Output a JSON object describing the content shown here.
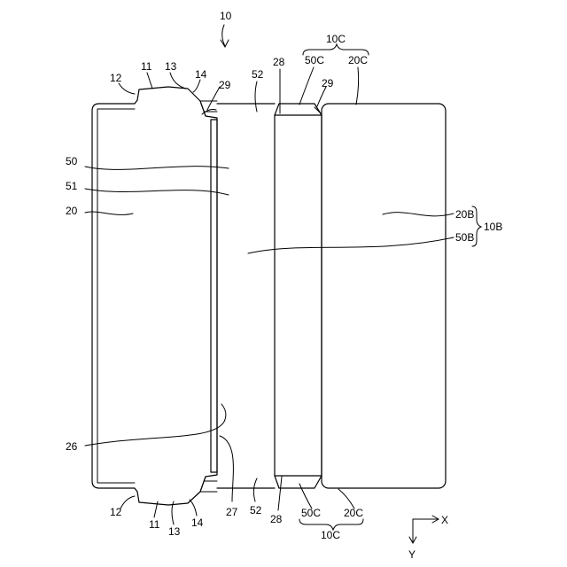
{
  "figure_number": "10",
  "labels": {
    "main_assembly": "10",
    "edge_portion_top": "10C",
    "edge_portion_bottom": "10C",
    "group_10b": "10B",
    "l11_top": "11",
    "l11_bottom": "11",
    "l12_top": "12",
    "l12_bottom": "12",
    "l13_top": "13",
    "l13_bottom": "13",
    "l14_top": "14",
    "l14_bottom": "14",
    "l20": "20",
    "l20b": "20B",
    "l20c_top": "20C",
    "l20c_bottom": "20C",
    "l26": "26",
    "l27": "27",
    "l28_top": "28",
    "l28_bottom": "28",
    "l29_left": "29",
    "l29_right": "29",
    "l50": "50",
    "l50b": "50B",
    "l50c_top": "50C",
    "l50c_bottom": "50C",
    "l51": "51",
    "l52_top": "52",
    "l52_bottom": "52"
  },
  "axes": {
    "x_label": "X",
    "y_label": "Y"
  }
}
